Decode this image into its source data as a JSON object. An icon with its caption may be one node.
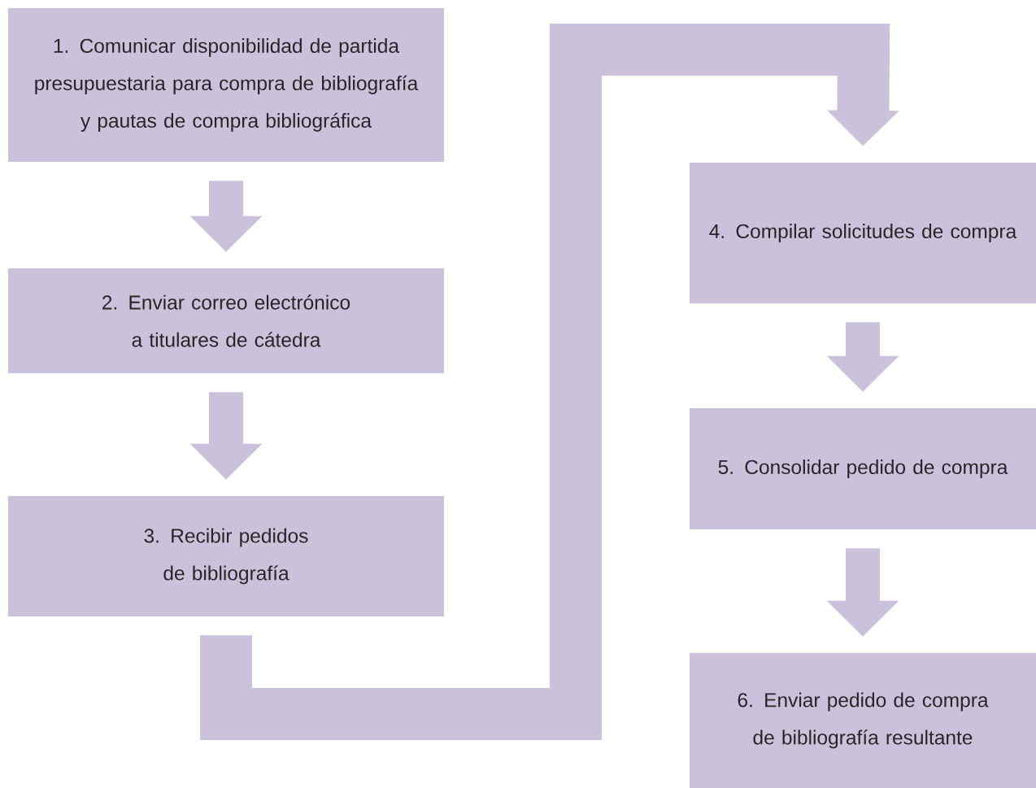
{
  "diagram": {
    "nodes": [
      {
        "text": [
          "1. Comunicar disponibilidad de partida presupuestaria para compra de bibliografía y pautas de compra bibliográfica"
        ]
      },
      {
        "text": [
          "2. Enviar correo electrónico a titulares de cátedra"
        ]
      },
      {
        "text": [
          "3. Recibir pedidos de bibliografía"
        ]
      },
      {
        "text": [
          "4. Compilar solicitudes de compra"
        ]
      },
      {
        "text": [
          "5. Consolidar pedido de compra"
        ]
      },
      {
        "text": [
          "6. Enviar pedido de compra de bibliografía resultante"
        ]
      }
    ],
    "edges": [
      {
        "from": 0,
        "to": 1,
        "arrow": "to"
      },
      {
        "from": 1,
        "to": 2,
        "arrow": "to"
      },
      {
        "from": 2,
        "to": 3,
        "arrow": "to"
      },
      {
        "from": 3,
        "to": 4,
        "arrow": "to"
      },
      {
        "from": 4,
        "to": 5,
        "arrow": "to"
      }
    ]
  }
}
